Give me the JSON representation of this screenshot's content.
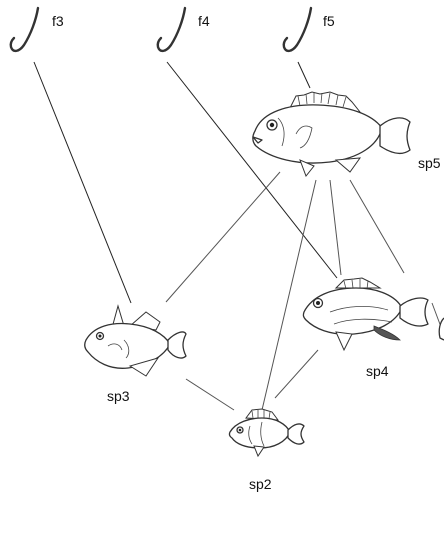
{
  "hooks": [
    {
      "label": "f3"
    },
    {
      "label": "f4"
    },
    {
      "label": "f5"
    }
  ],
  "species": [
    {
      "label": "sp5"
    },
    {
      "label": "sp4"
    },
    {
      "label": "sp3"
    },
    {
      "label": "sp2"
    }
  ]
}
